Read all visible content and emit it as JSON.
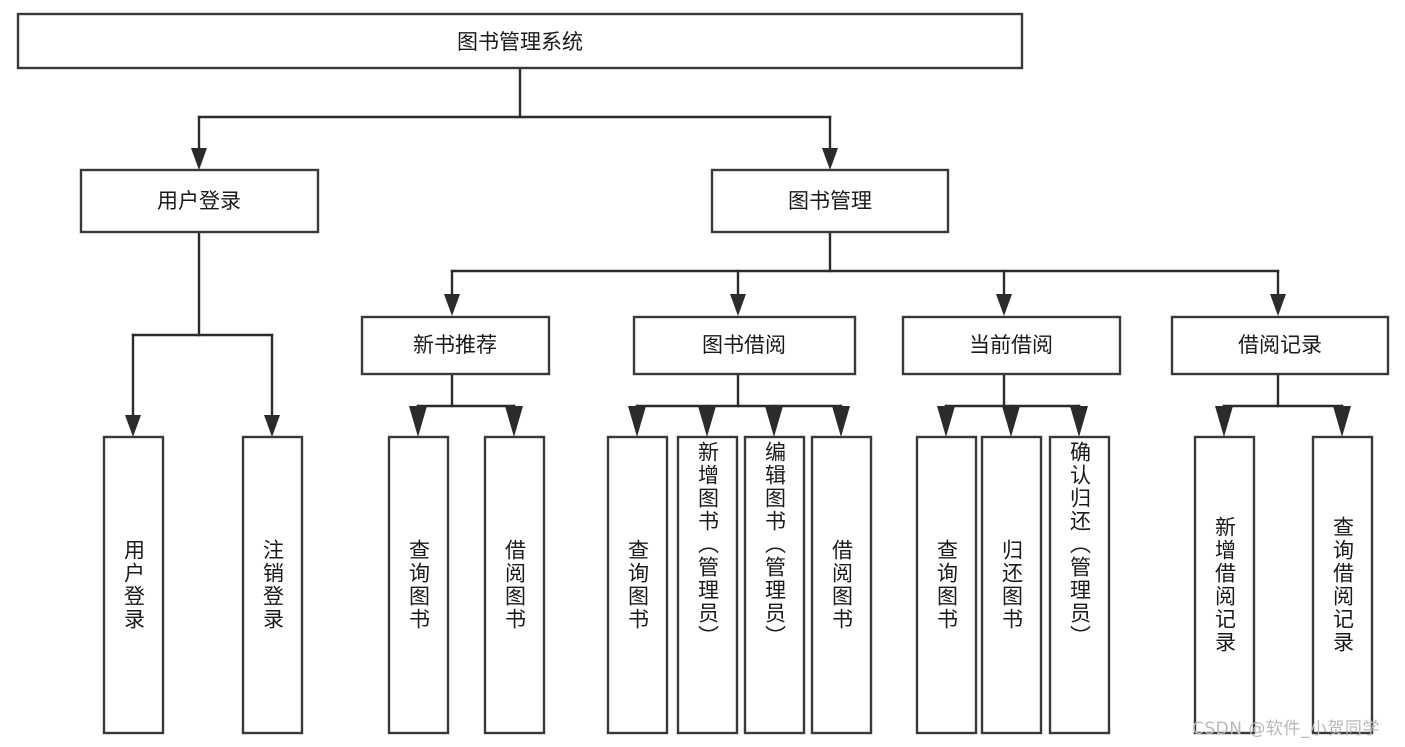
{
  "diagram": {
    "type": "tree-hierarchy",
    "title": "图书管理系统",
    "root": {
      "id": "root",
      "label": "图书管理系统"
    },
    "level2": [
      {
        "id": "user-login",
        "label": "用户登录"
      },
      {
        "id": "book-management",
        "label": "图书管理"
      }
    ],
    "level3": [
      {
        "id": "new-book-recommend",
        "label": "新书推荐",
        "parent": "book-management"
      },
      {
        "id": "book-borrow",
        "label": "图书借阅",
        "parent": "book-management"
      },
      {
        "id": "current-borrow",
        "label": "当前借阅",
        "parent": "book-management"
      },
      {
        "id": "borrow-record",
        "label": "借阅记录",
        "parent": "book-management"
      }
    ],
    "leaves": [
      {
        "id": "leaf-user-login",
        "label": "用户登录",
        "parent": "user-login"
      },
      {
        "id": "leaf-logout-login",
        "label": "注销登录",
        "parent": "user-login"
      },
      {
        "id": "leaf-query-book-1",
        "label": "查询图书",
        "parent": "new-book-recommend"
      },
      {
        "id": "leaf-borrow-book-1",
        "label": "借阅图书",
        "parent": "new-book-recommend"
      },
      {
        "id": "leaf-query-book-2",
        "label": "查询图书",
        "parent": "book-borrow"
      },
      {
        "id": "leaf-add-book",
        "label": "新增图书（管理员）",
        "parent": "book-borrow"
      },
      {
        "id": "leaf-edit-book",
        "label": "编辑图书（管理员）",
        "parent": "book-borrow"
      },
      {
        "id": "leaf-borrow-book-2",
        "label": "借阅图书",
        "parent": "book-borrow"
      },
      {
        "id": "leaf-query-book-3",
        "label": "查询图书",
        "parent": "current-borrow"
      },
      {
        "id": "leaf-return-book",
        "label": "归还图书",
        "parent": "current-borrow"
      },
      {
        "id": "leaf-confirm-return",
        "label": "确认归还（管理员）",
        "parent": "current-borrow"
      },
      {
        "id": "leaf-add-record",
        "label": "新增借阅记录",
        "parent": "borrow-record"
      },
      {
        "id": "leaf-query-record",
        "label": "查询借阅记录",
        "parent": "borrow-record"
      }
    ]
  },
  "watermark": {
    "text": "CSDN @软件_小贺同学"
  },
  "colors": {
    "box_stroke": "#393939",
    "connector": "#2b2b2b",
    "text": "#1a1a1a",
    "background": "#ffffff",
    "watermark": "#b9b9b9"
  }
}
